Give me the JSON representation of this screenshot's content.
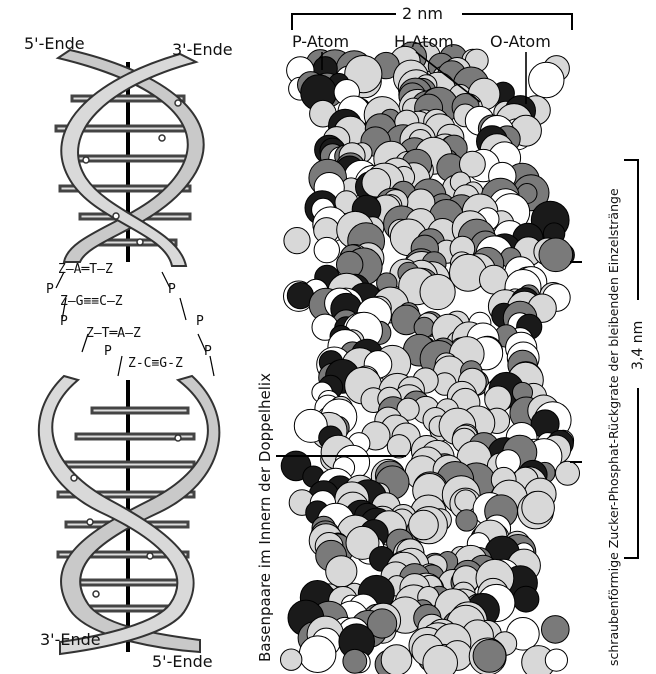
{
  "labels": {
    "five_prime_top": "5'-Ende",
    "three_prime_top": "3'-Ende",
    "three_prime_bottom": "3'-Ende",
    "five_prime_bottom": "5'-Ende",
    "width_nm": "2 nm",
    "p_atom": "P-Atom",
    "h_atom": "H-Atom",
    "o_atom": "O-Atom",
    "base_pairs_vertical": "Basenpaare im Innern der Doppelhelix",
    "backbone_vertical": "schraubenförmige Zucker-Phosphat-Rückgrate der bleibenden Einzelstränge",
    "pitch_nm": "3,4 nm"
  },
  "sequence": {
    "row1": "Z—A═T—Z",
    "row2": "Z—G≡≡C—Z",
    "row3": "Z—T═A—Z",
    "row4": "Z-C≡G-Z",
    "p": "P"
  },
  "colors": {
    "ribbon_fill": "#c9c9c9",
    "ribbon_stroke": "#333333",
    "atom_dark": "#1a1a1a",
    "atom_mid": "#7a7a7a",
    "atom_light": "#d8d8d8",
    "atom_white": "#ffffff"
  }
}
